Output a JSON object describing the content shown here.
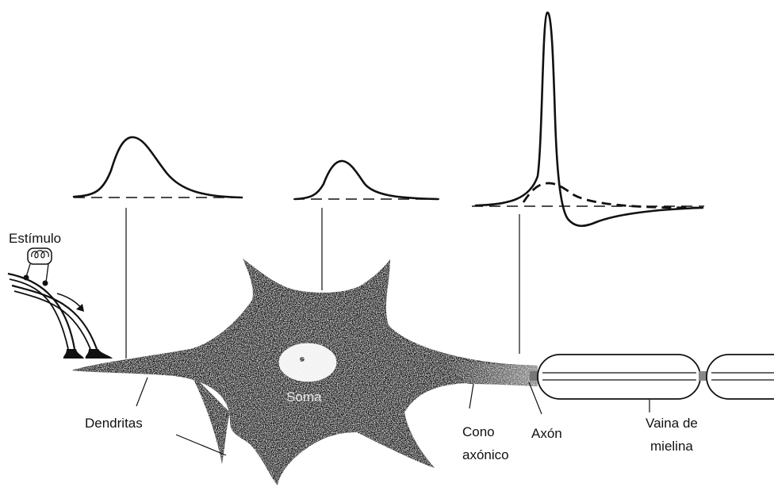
{
  "labels": {
    "stimulus": "Estímulo",
    "dendrites": "Dendritas",
    "soma": "Soma",
    "axon_hillock_line1": "Cono",
    "axon_hillock_line2": "axónico",
    "axon": "Axón",
    "myelin_line1": "Vaina de",
    "myelin_line2": "mielina"
  },
  "colors": {
    "ink": "#111111",
    "cell_fill": "#1e1e1e",
    "nucleus_fill": "#f2f2f2",
    "background": "#ffffff"
  }
}
